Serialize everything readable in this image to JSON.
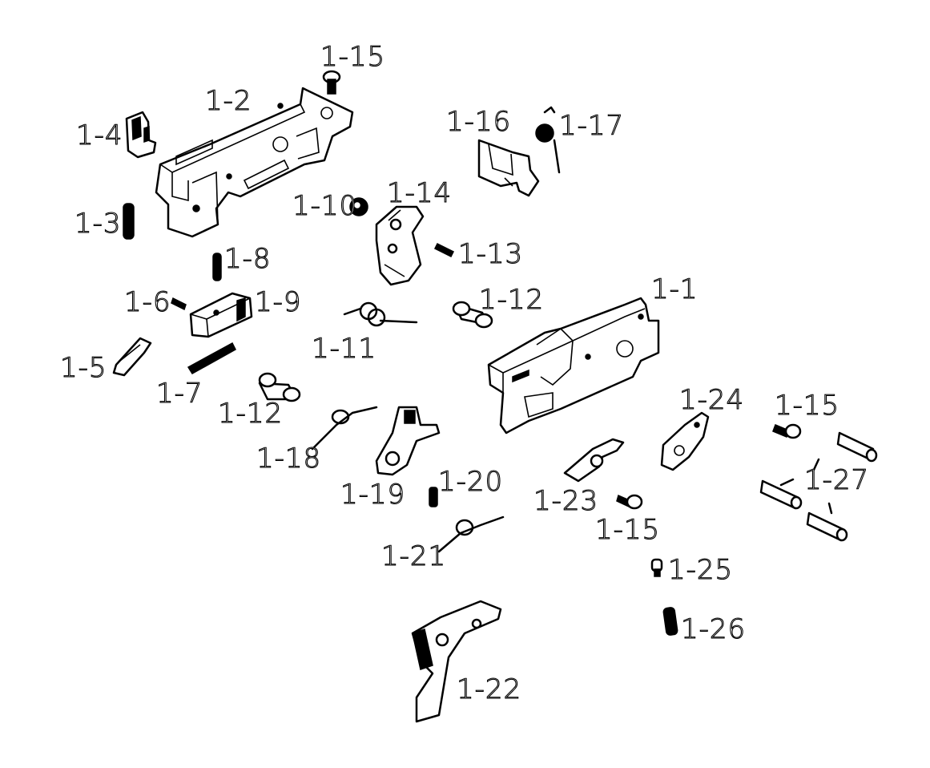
{
  "diagram": {
    "callouts": {
      "p1_1": "1-1",
      "p1_2": "1-2",
      "p1_3": "1-3",
      "p1_4": "1-4",
      "p1_5": "1-5",
      "p1_6": "1-6",
      "p1_7": "1-7",
      "p1_8": "1-8",
      "p1_9": "1-9",
      "p1_10": "1-10",
      "p1_11": "1-11",
      "p1_12a": "1-12",
      "p1_12b": "1-12",
      "p1_13": "1-13",
      "p1_14": "1-14",
      "p1_15a": "1-15",
      "p1_15b": "1-15",
      "p1_15c": "1-15",
      "p1_16": "1-16",
      "p1_17": "1-17",
      "p1_18": "1-18",
      "p1_19": "1-19",
      "p1_20": "1-20",
      "p1_21": "1-21",
      "p1_22": "1-22",
      "p1_23": "1-23",
      "p1_24": "1-24",
      "p1_25": "1-25",
      "p1_26": "1-26",
      "p1_27": "1-27"
    }
  }
}
